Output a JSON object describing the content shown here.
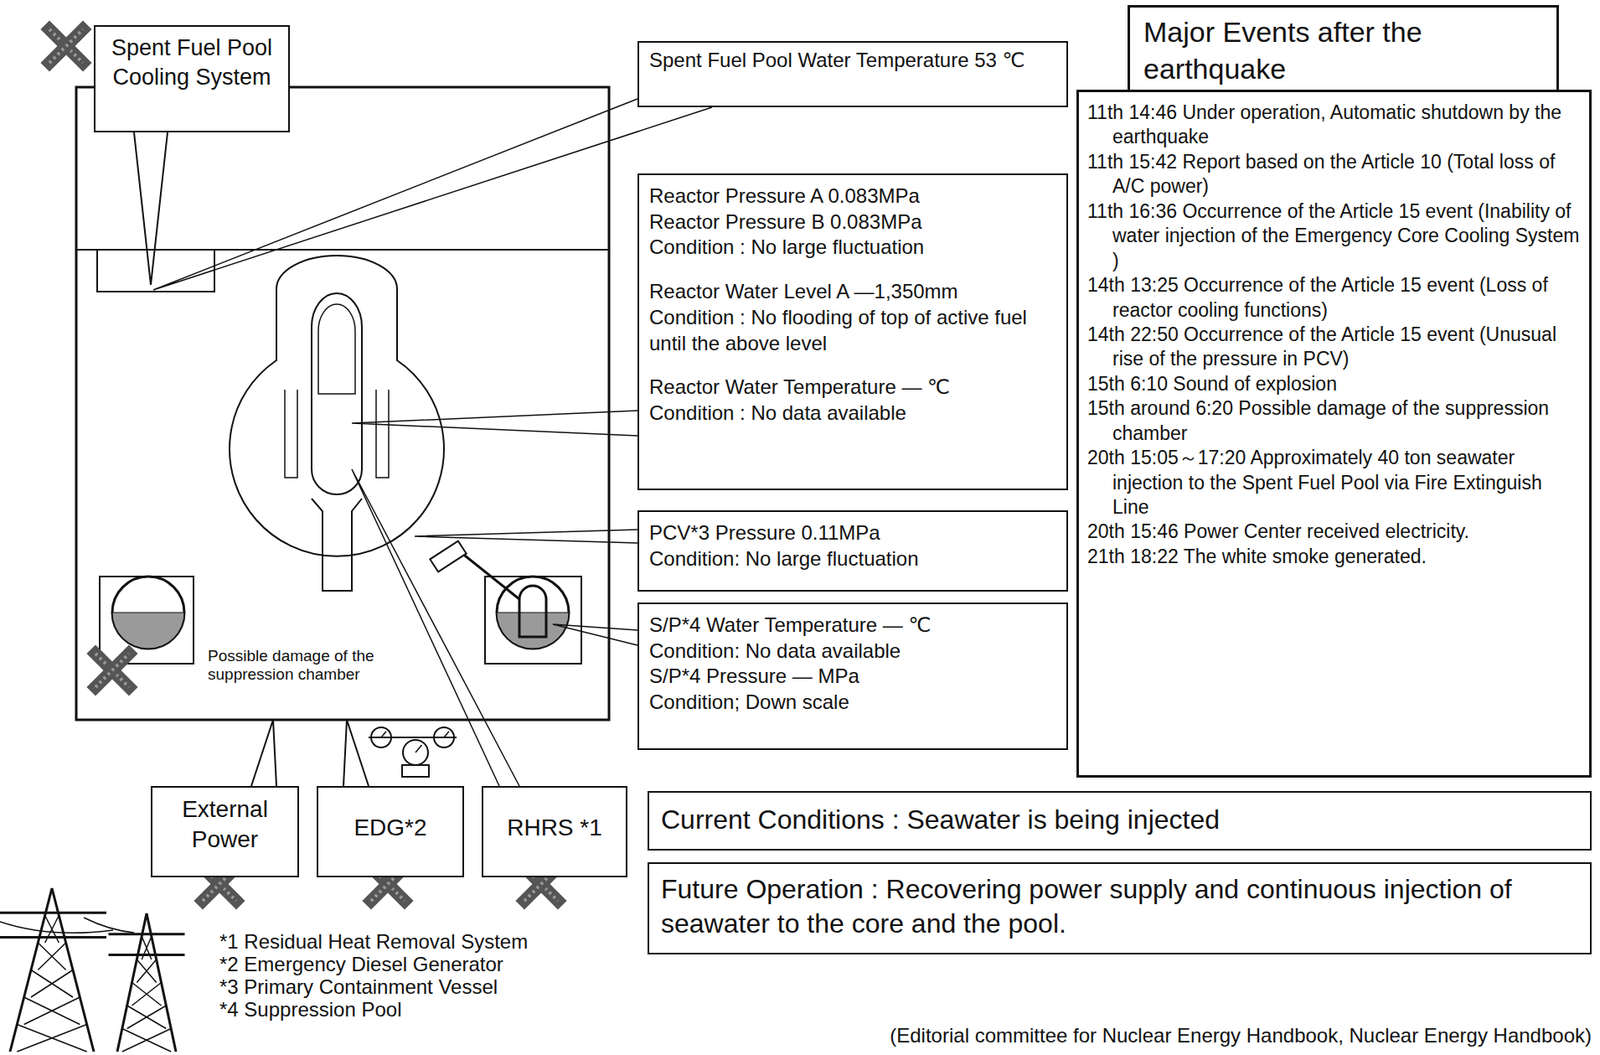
{
  "diagram": {
    "nodes": [
      {
        "text": [
          "Spent Fuel Pool Cooling System"
        ]
      },
      {
        "text": [
          "Spent Fuel Pool Water Temperature 53 ℃"
        ]
      },
      {
        "text": [
          "Reactor Pressure A 0.083MPa",
          "Reactor Pressure B 0.083MPa",
          "Condition : No large fluctuation",
          "Reactor Water Level A —1,350mm",
          "Condition : No flooding of top of active fuel until the above level",
          "Reactor Water Temperature — ℃",
          "Condition : No data available"
        ]
      },
      {
        "text": [
          "PCV*3 Pressure 0.11MPa",
          "Condition: No large fluctuation"
        ]
      },
      {
        "text": [
          "S/P*4 Water Temperature — ℃",
          "Condition: No data available",
          "S/P*4 Pressure — MPa",
          "Condition; Down scale"
        ]
      },
      {
        "text": [
          "Major Events after the earthquake"
        ]
      },
      {
        "text": [
          "11th 14:46 Under operation, Automatic shutdown by the earthquake",
          "11th 15:42 Report based on the Article 10 (Total loss of A/C power)",
          "11th 16:36 Occurrence of the Article 15 event (Inability of water injection of the Emergency Core Cooling System )",
          "14th 13:25 Occurrence of the Article 15 event (Loss of reactor cooling functions)",
          "14th 22:50 Occurrence of the Article 15 event (Unusual rise of the pressure in PCV)",
          "15th 6:10 Sound of explosion",
          "15th around 6:20 Possible damage of the suppression chamber",
          "20th 15:05～17:20 Approximately 40 ton seawater injection to the Spent Fuel Pool via Fire Extinguish Line",
          "20th 15:46 Power Center received electricity.",
          "21th 18:22 The white smoke generated."
        ]
      },
      {
        "text": [
          "Current Conditions : Seawater is being injected"
        ]
      },
      {
        "text": [
          "Future Operation : Recovering power supply and continuous injection of seawater to the core and the pool."
        ]
      },
      {
        "text": [
          "External Power"
        ]
      },
      {
        "text": [
          "EDG*2"
        ]
      },
      {
        "text": [
          "RHRS *1"
        ]
      }
    ],
    "labels": [
      "Possible damage of the suppression chamber",
      "*1 Residual Heat Removal System",
      "*2 Emergency Diesel Generator",
      "*3 Primary Containment Vessel",
      "*4 Suppression Pool",
      "(Editorial committee for Nuclear Energy Handbook, Nuclear Energy Handbook)"
    ]
  }
}
